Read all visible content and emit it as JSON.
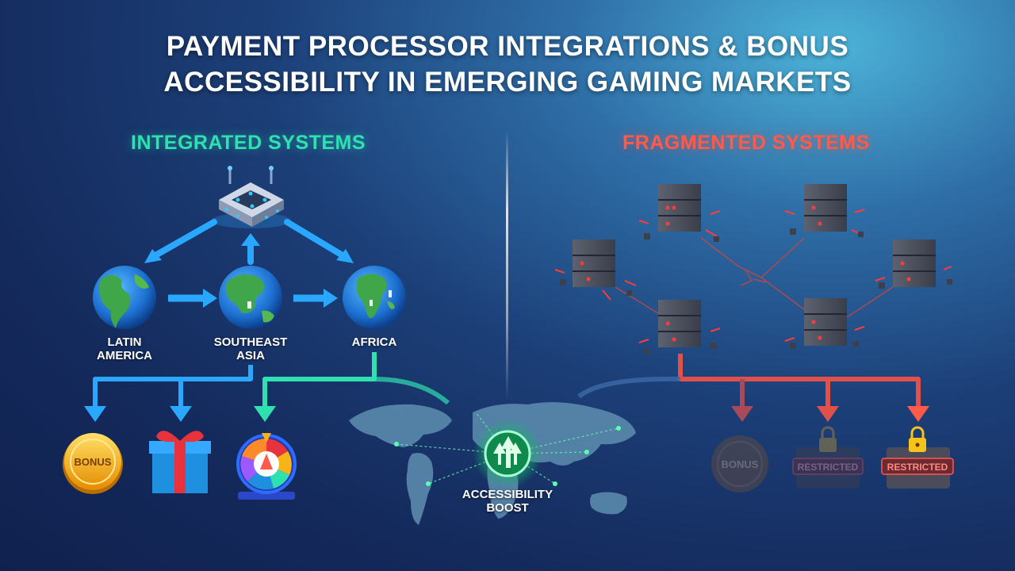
{
  "title": {
    "line1": "PAYMENT PROCESSOR INTEGRATIONS & BONUS",
    "line2": "ACCESSIBILITY IN EMERGING GAMING MARKETS"
  },
  "integrated": {
    "heading": "INTEGRATED SYSTEMS",
    "regions": [
      {
        "line1": "LATIN",
        "line2": "AMERICA"
      },
      {
        "line1": "SOUTHEAST",
        "line2": "ASIA"
      },
      {
        "line1": "AFRICA",
        "line2": ""
      }
    ],
    "rewards": {
      "coin_label": "BONUS",
      "gift_icon": "gift-box-icon",
      "wheel_icon": "prize-wheel-icon"
    }
  },
  "fragmented": {
    "heading": "FRAGMENTED SYSTEMS",
    "rewards": {
      "coin_label": "BONUS",
      "restricted_label_1": "RESTRICTED",
      "restricted_label_2": "RESTRICTED"
    }
  },
  "hub": {
    "line1": "ACCESSIBILITY",
    "line2": "BOOST",
    "icon": "up-arrows-icon"
  },
  "colors": {
    "integrated_accent": "#2fe0b0",
    "integrated_arrow": "#2aa8ff",
    "fragmented_accent": "#ff5a4a",
    "coin_gold": "#f7b418"
  }
}
